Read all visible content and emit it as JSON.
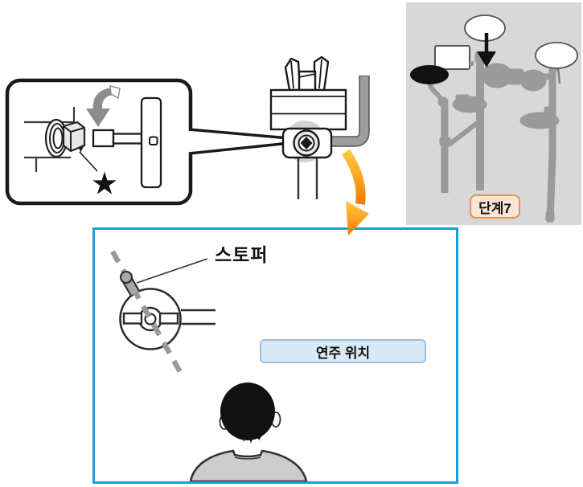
{
  "colors": {
    "detail_border": "#1B9FD4",
    "panel_bg": "#D8D8D8",
    "silhouette_gray": "#9A9A9A",
    "step_badge_bg": "#FBE5D6",
    "step_badge_border": "#E2935D",
    "position_badge_bg": "#D9E9F8",
    "position_badge_border": "#9DBFDE",
    "arrow_orange_top": "#FFC93C",
    "arrow_orange_tip": "#F07800",
    "rotate_arrow_gray": "#8C8C8C"
  },
  "callout": {
    "star_label": "★"
  },
  "step_panel": {
    "badge_label": "단계7"
  },
  "detail_box": {
    "stopper_label": "스토퍼",
    "position_label": "연주 위치"
  }
}
